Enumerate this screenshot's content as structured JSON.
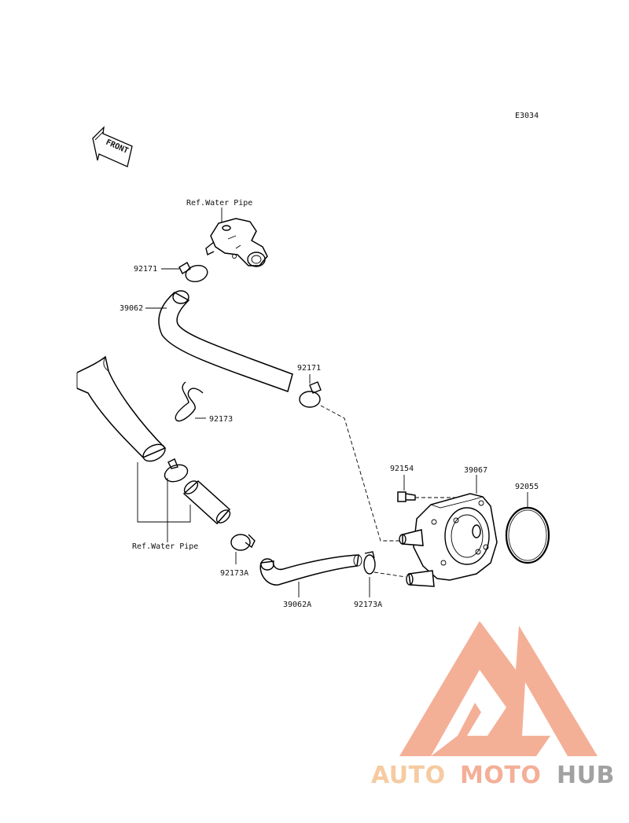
{
  "diagram_code": "E3034",
  "front_label": "FRONT",
  "ref_water_pipe_top": "Ref.Water Pipe",
  "ref_water_pipe_bottom": "Ref.Water Pipe",
  "parts": {
    "clamp_upper_left": "92171",
    "hose_upper": "39062",
    "clamp_upper_right": "92171",
    "clip": "92173",
    "bolt": "92154",
    "oil_cooler": "39067",
    "o_ring": "92055",
    "clamp_lower_left": "92173A",
    "hose_lower": "39062A",
    "clamp_lower_right": "92173A"
  },
  "watermark": {
    "word_part1": "AUTO",
    "word_part2": "MOTO",
    "word_part3": "HUB",
    "color_primary": "#f4a98f",
    "color_secondary": "#f6c79a",
    "color_dark": "#9a9a9a"
  }
}
